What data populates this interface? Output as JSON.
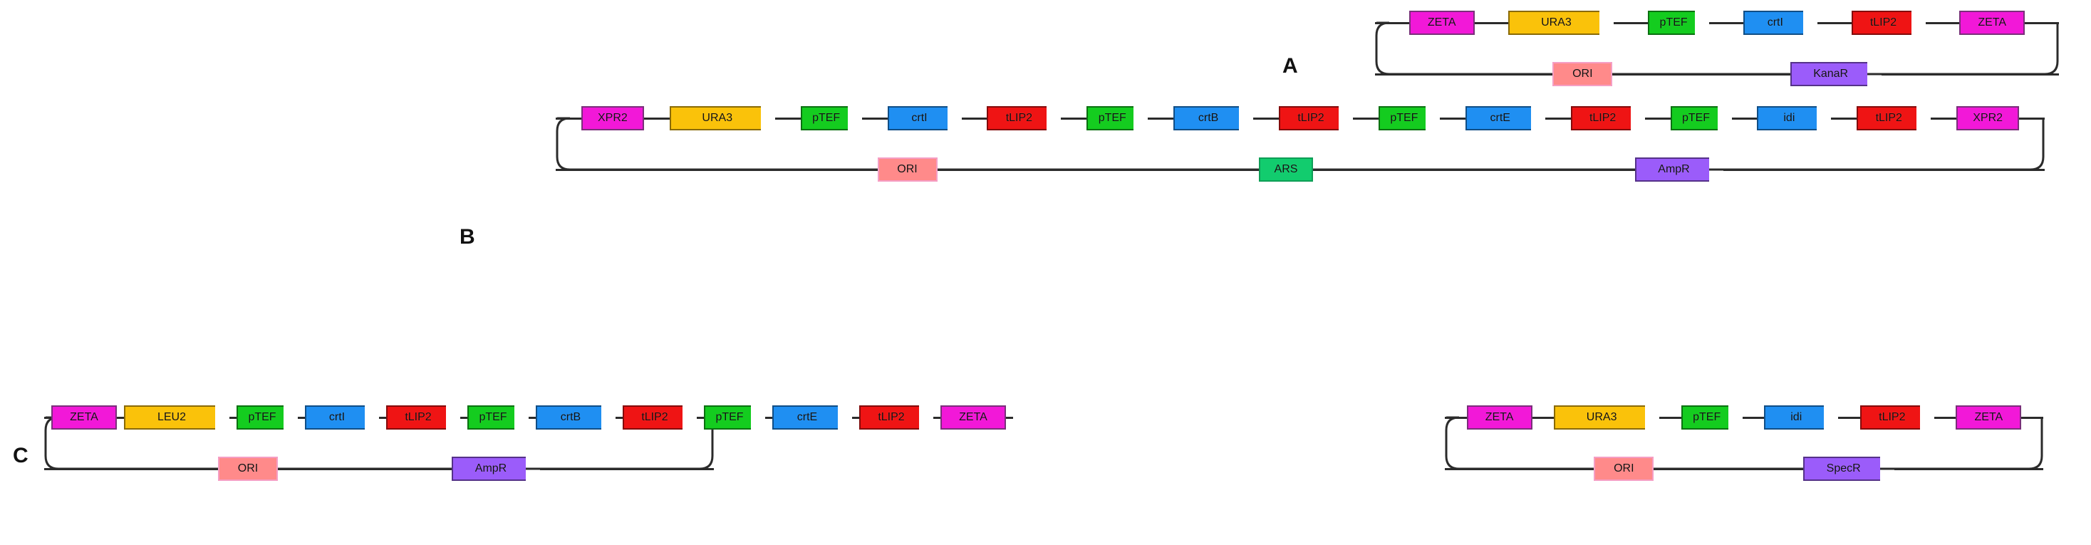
{
  "figure": {
    "type": "plasmid-map-diagram",
    "panel_labels": [
      "A",
      "B",
      "C"
    ],
    "colors": {
      "magenta_box": "#f218d8",
      "pink_box": "#ff8a8a",
      "green_box": "#12cc6e",
      "yellow_arrow": "#fac20a",
      "green_arrow": "#14cc1f",
      "blue_arrow": "#1f8ff2",
      "red_arrow": "#ef1414",
      "purple_arrow": "#9b5cfa",
      "backbone_line": "#2b2b2b"
    }
  },
  "panels": [
    {
      "id": "A",
      "label": "A",
      "plasmids": [
        {
          "id": "A1",
          "top_features": [
            {
              "name": "ZETA",
              "shape": "box",
              "color": "magenta",
              "width": 92
            },
            {
              "name": "URA3",
              "shape": "arrow",
              "color": "yellow",
              "width": 148
            },
            {
              "name": "pTEF",
              "shape": "arrow",
              "color": "green",
              "width": 86
            },
            {
              "name": "crtI",
              "shape": "arrow",
              "color": "blue",
              "width": 104
            },
            {
              "name": "tLIP2",
              "shape": "arrow",
              "color": "red",
              "width": 104
            },
            {
              "name": "ZETA",
              "shape": "box",
              "color": "magenta",
              "width": 92
            }
          ],
          "bottom_features": [
            {
              "name": "ORI",
              "shape": "box",
              "color": "pink",
              "width": 84
            },
            {
              "name": "KanaR",
              "shape": "arrow",
              "color": "purple",
              "width": 128
            }
          ]
        }
      ]
    },
    {
      "id": "B",
      "label": "B",
      "plasmids": [
        {
          "id": "B1",
          "top_features": [
            {
              "name": "XPR2",
              "shape": "box",
              "color": "magenta",
              "width": 88
            },
            {
              "name": "URA3",
              "shape": "arrow",
              "color": "yellow",
              "width": 148
            },
            {
              "name": "pTEF",
              "shape": "arrow",
              "color": "green",
              "width": 86
            },
            {
              "name": "crtI",
              "shape": "arrow",
              "color": "blue",
              "width": 104
            },
            {
              "name": "tLIP2",
              "shape": "arrow",
              "color": "red",
              "width": 104
            },
            {
              "name": "pTEF",
              "shape": "arrow",
              "color": "green",
              "width": 86
            },
            {
              "name": "crtB",
              "shape": "arrow",
              "color": "blue",
              "width": 112
            },
            {
              "name": "tLIP2",
              "shape": "arrow",
              "color": "red",
              "width": 104
            },
            {
              "name": "pTEF",
              "shape": "arrow",
              "color": "green",
              "width": 86
            },
            {
              "name": "crtE",
              "shape": "arrow",
              "color": "blue",
              "width": 112
            },
            {
              "name": "tLIP2",
              "shape": "arrow",
              "color": "red",
              "width": 104
            },
            {
              "name": "pTEF",
              "shape": "arrow",
              "color": "green",
              "width": 86
            },
            {
              "name": "idi",
              "shape": "arrow",
              "color": "blue",
              "width": 104
            },
            {
              "name": "tLIP2",
              "shape": "arrow",
              "color": "red",
              "width": 104
            },
            {
              "name": "XPR2",
              "shape": "box",
              "color": "magenta",
              "width": 88
            }
          ],
          "bottom_features": [
            {
              "name": "ORI",
              "shape": "box",
              "color": "pink",
              "width": 84
            },
            {
              "name": "ARS",
              "shape": "box",
              "color": "green",
              "width": 76
            },
            {
              "name": "AmpR",
              "shape": "arrow",
              "color": "purple",
              "width": 124
            }
          ]
        }
      ]
    },
    {
      "id": "C",
      "label": "C",
      "plasmids": [
        {
          "id": "C1",
          "top_features": [
            {
              "name": "ZETA",
              "shape": "box",
              "color": "magenta",
              "width": 92
            },
            {
              "name": "LEU2",
              "shape": "arrow",
              "color": "yellow",
              "width": 148
            },
            {
              "name": "pTEF",
              "shape": "arrow",
              "color": "green",
              "width": 86
            },
            {
              "name": "crtI",
              "shape": "arrow",
              "color": "blue",
              "width": 104
            },
            {
              "name": "tLIP2",
              "shape": "arrow",
              "color": "red",
              "width": 104
            },
            {
              "name": "pTEF",
              "shape": "arrow",
              "color": "green",
              "width": 86
            },
            {
              "name": "crtB",
              "shape": "arrow",
              "color": "blue",
              "width": 112
            },
            {
              "name": "tLIP2",
              "shape": "arrow",
              "color": "red",
              "width": 104
            },
            {
              "name": "pTEF",
              "shape": "arrow",
              "color": "green",
              "width": 86
            },
            {
              "name": "crtE",
              "shape": "arrow",
              "color": "blue",
              "width": 112
            },
            {
              "name": "tLIP2",
              "shape": "arrow",
              "color": "red",
              "width": 104
            },
            {
              "name": "ZETA",
              "shape": "box",
              "color": "magenta",
              "width": 92
            }
          ],
          "bottom_features": [
            {
              "name": "ORI",
              "shape": "box",
              "color": "pink",
              "width": 84
            },
            {
              "name": "AmpR",
              "shape": "arrow",
              "color": "purple",
              "width": 124
            }
          ]
        },
        {
          "id": "C2",
          "top_features": [
            {
              "name": "ZETA",
              "shape": "box",
              "color": "magenta",
              "width": 92
            },
            {
              "name": "URA3",
              "shape": "arrow",
              "color": "yellow",
              "width": 148
            },
            {
              "name": "pTEF",
              "shape": "arrow",
              "color": "green",
              "width": 86
            },
            {
              "name": "idi",
              "shape": "arrow",
              "color": "blue",
              "width": 104
            },
            {
              "name": "tLIP2",
              "shape": "arrow",
              "color": "red",
              "width": 104
            },
            {
              "name": "ZETA",
              "shape": "box",
              "color": "magenta",
              "width": 92
            }
          ],
          "bottom_features": [
            {
              "name": "ORI",
              "shape": "box",
              "color": "pink",
              "width": 84
            },
            {
              "name": "SpecR",
              "shape": "arrow",
              "color": "purple",
              "width": 128
            }
          ]
        }
      ]
    }
  ]
}
